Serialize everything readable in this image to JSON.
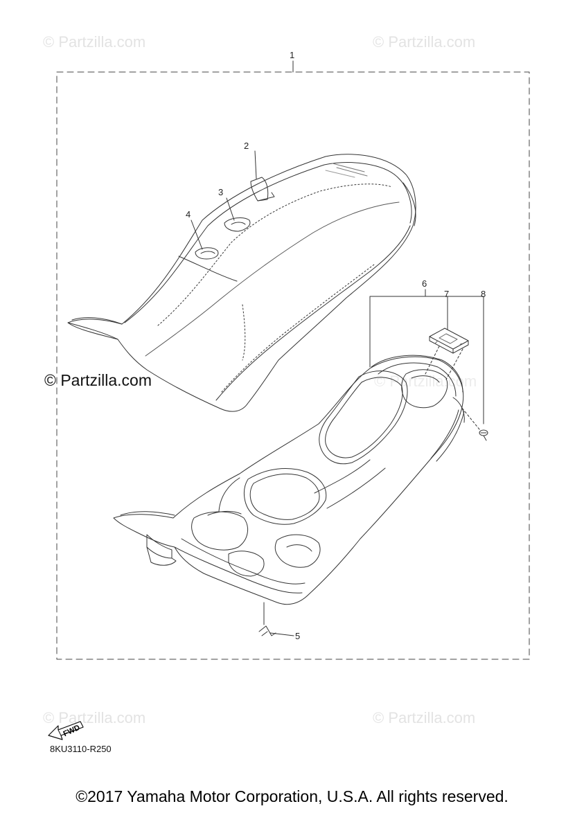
{
  "watermark_text": "© Partzilla.com",
  "callouts": {
    "c1": "1",
    "c2": "2",
    "c3": "3",
    "c4": "4",
    "c5": "5",
    "c6": "6",
    "c7": "7",
    "c8": "8"
  },
  "fwd_label": "FWD",
  "diagram_code": "8KU3110-R250",
  "copyright": "©2017 Yamaha Motor Corporation, U.S.A. All rights reserved."
}
